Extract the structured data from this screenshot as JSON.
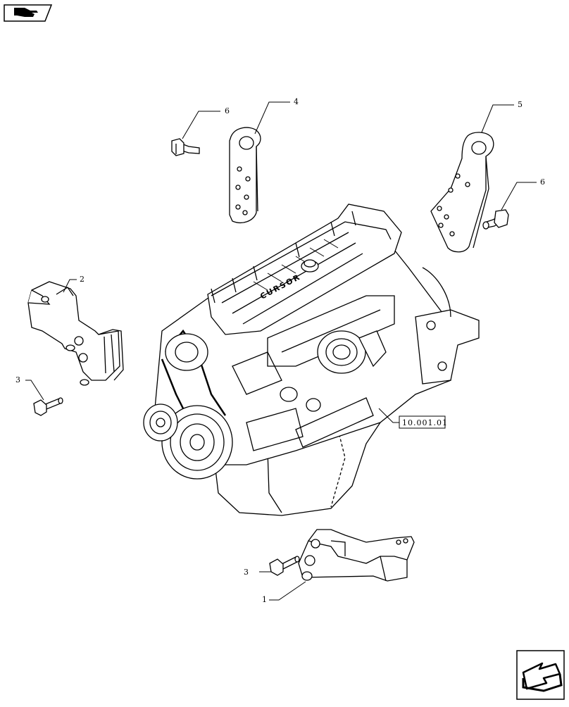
{
  "nav": {
    "top_button_icon": "hand-pointing-icon",
    "bottom_button_icon": "next-arrow-icon"
  },
  "reference_box": {
    "label": "10.001.01"
  },
  "callouts": {
    "c1": "1",
    "c2": "2",
    "c3_left": "3",
    "c3_bottom": "3",
    "c4": "4",
    "c5": "5",
    "c6_left": "6",
    "c6_right": "6"
  },
  "engine_logo": "CURSOR"
}
